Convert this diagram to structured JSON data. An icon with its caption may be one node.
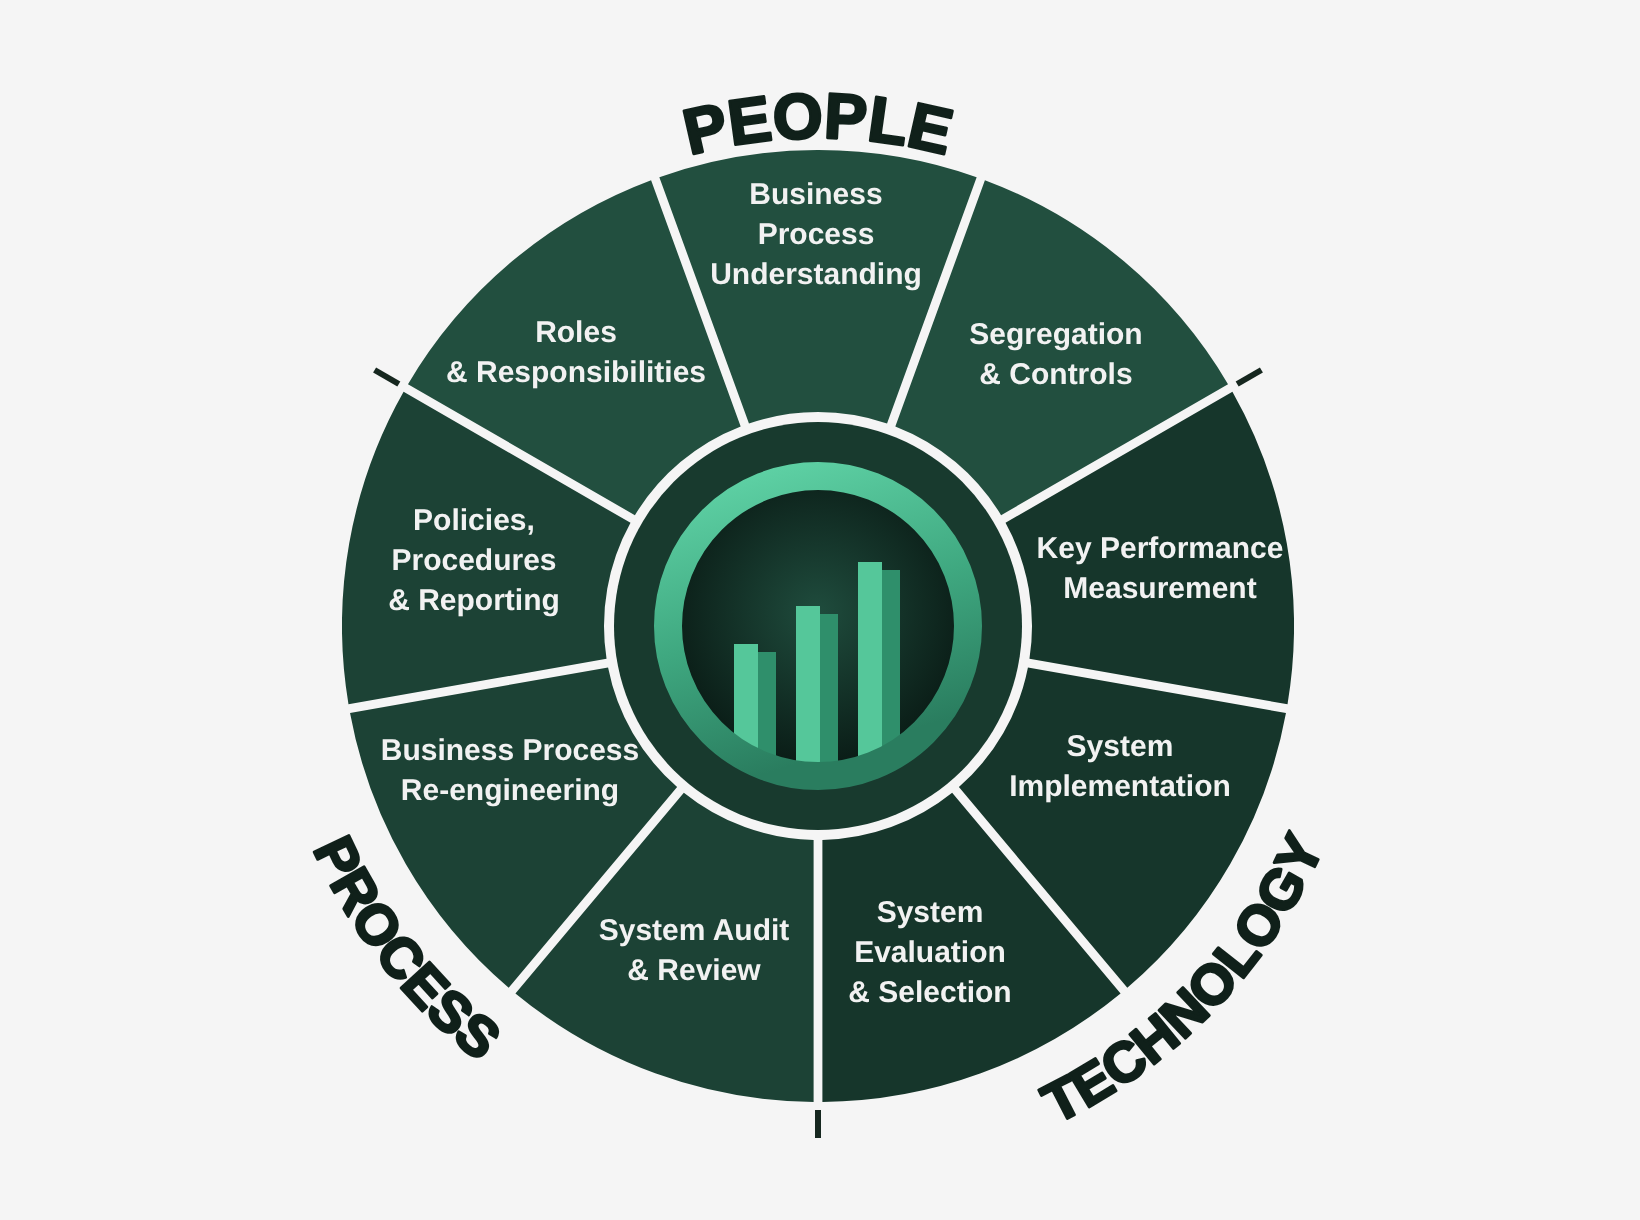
{
  "diagram": {
    "nodes": [
      {
        "text": [
          "Business Process Understanding"
        ]
      },
      {
        "text": [
          "Segregation & Controls"
        ]
      },
      {
        "text": [
          "Key Performance Measurement"
        ]
      },
      {
        "text": [
          "System Implementation"
        ]
      },
      {
        "text": [
          "System Evaluation & Selection"
        ]
      },
      {
        "text": [
          "System Audit & Review"
        ]
      },
      {
        "text": [
          "Business Process Re-engineering"
        ]
      },
      {
        "text": [
          "Policies, Procedures & Reporting"
        ]
      },
      {
        "text": [
          "Roles & Responsibilities"
        ]
      }
    ],
    "labels": [
      "PEOPLE",
      "PROCESS",
      "TECHNOLOGY"
    ]
  }
}
